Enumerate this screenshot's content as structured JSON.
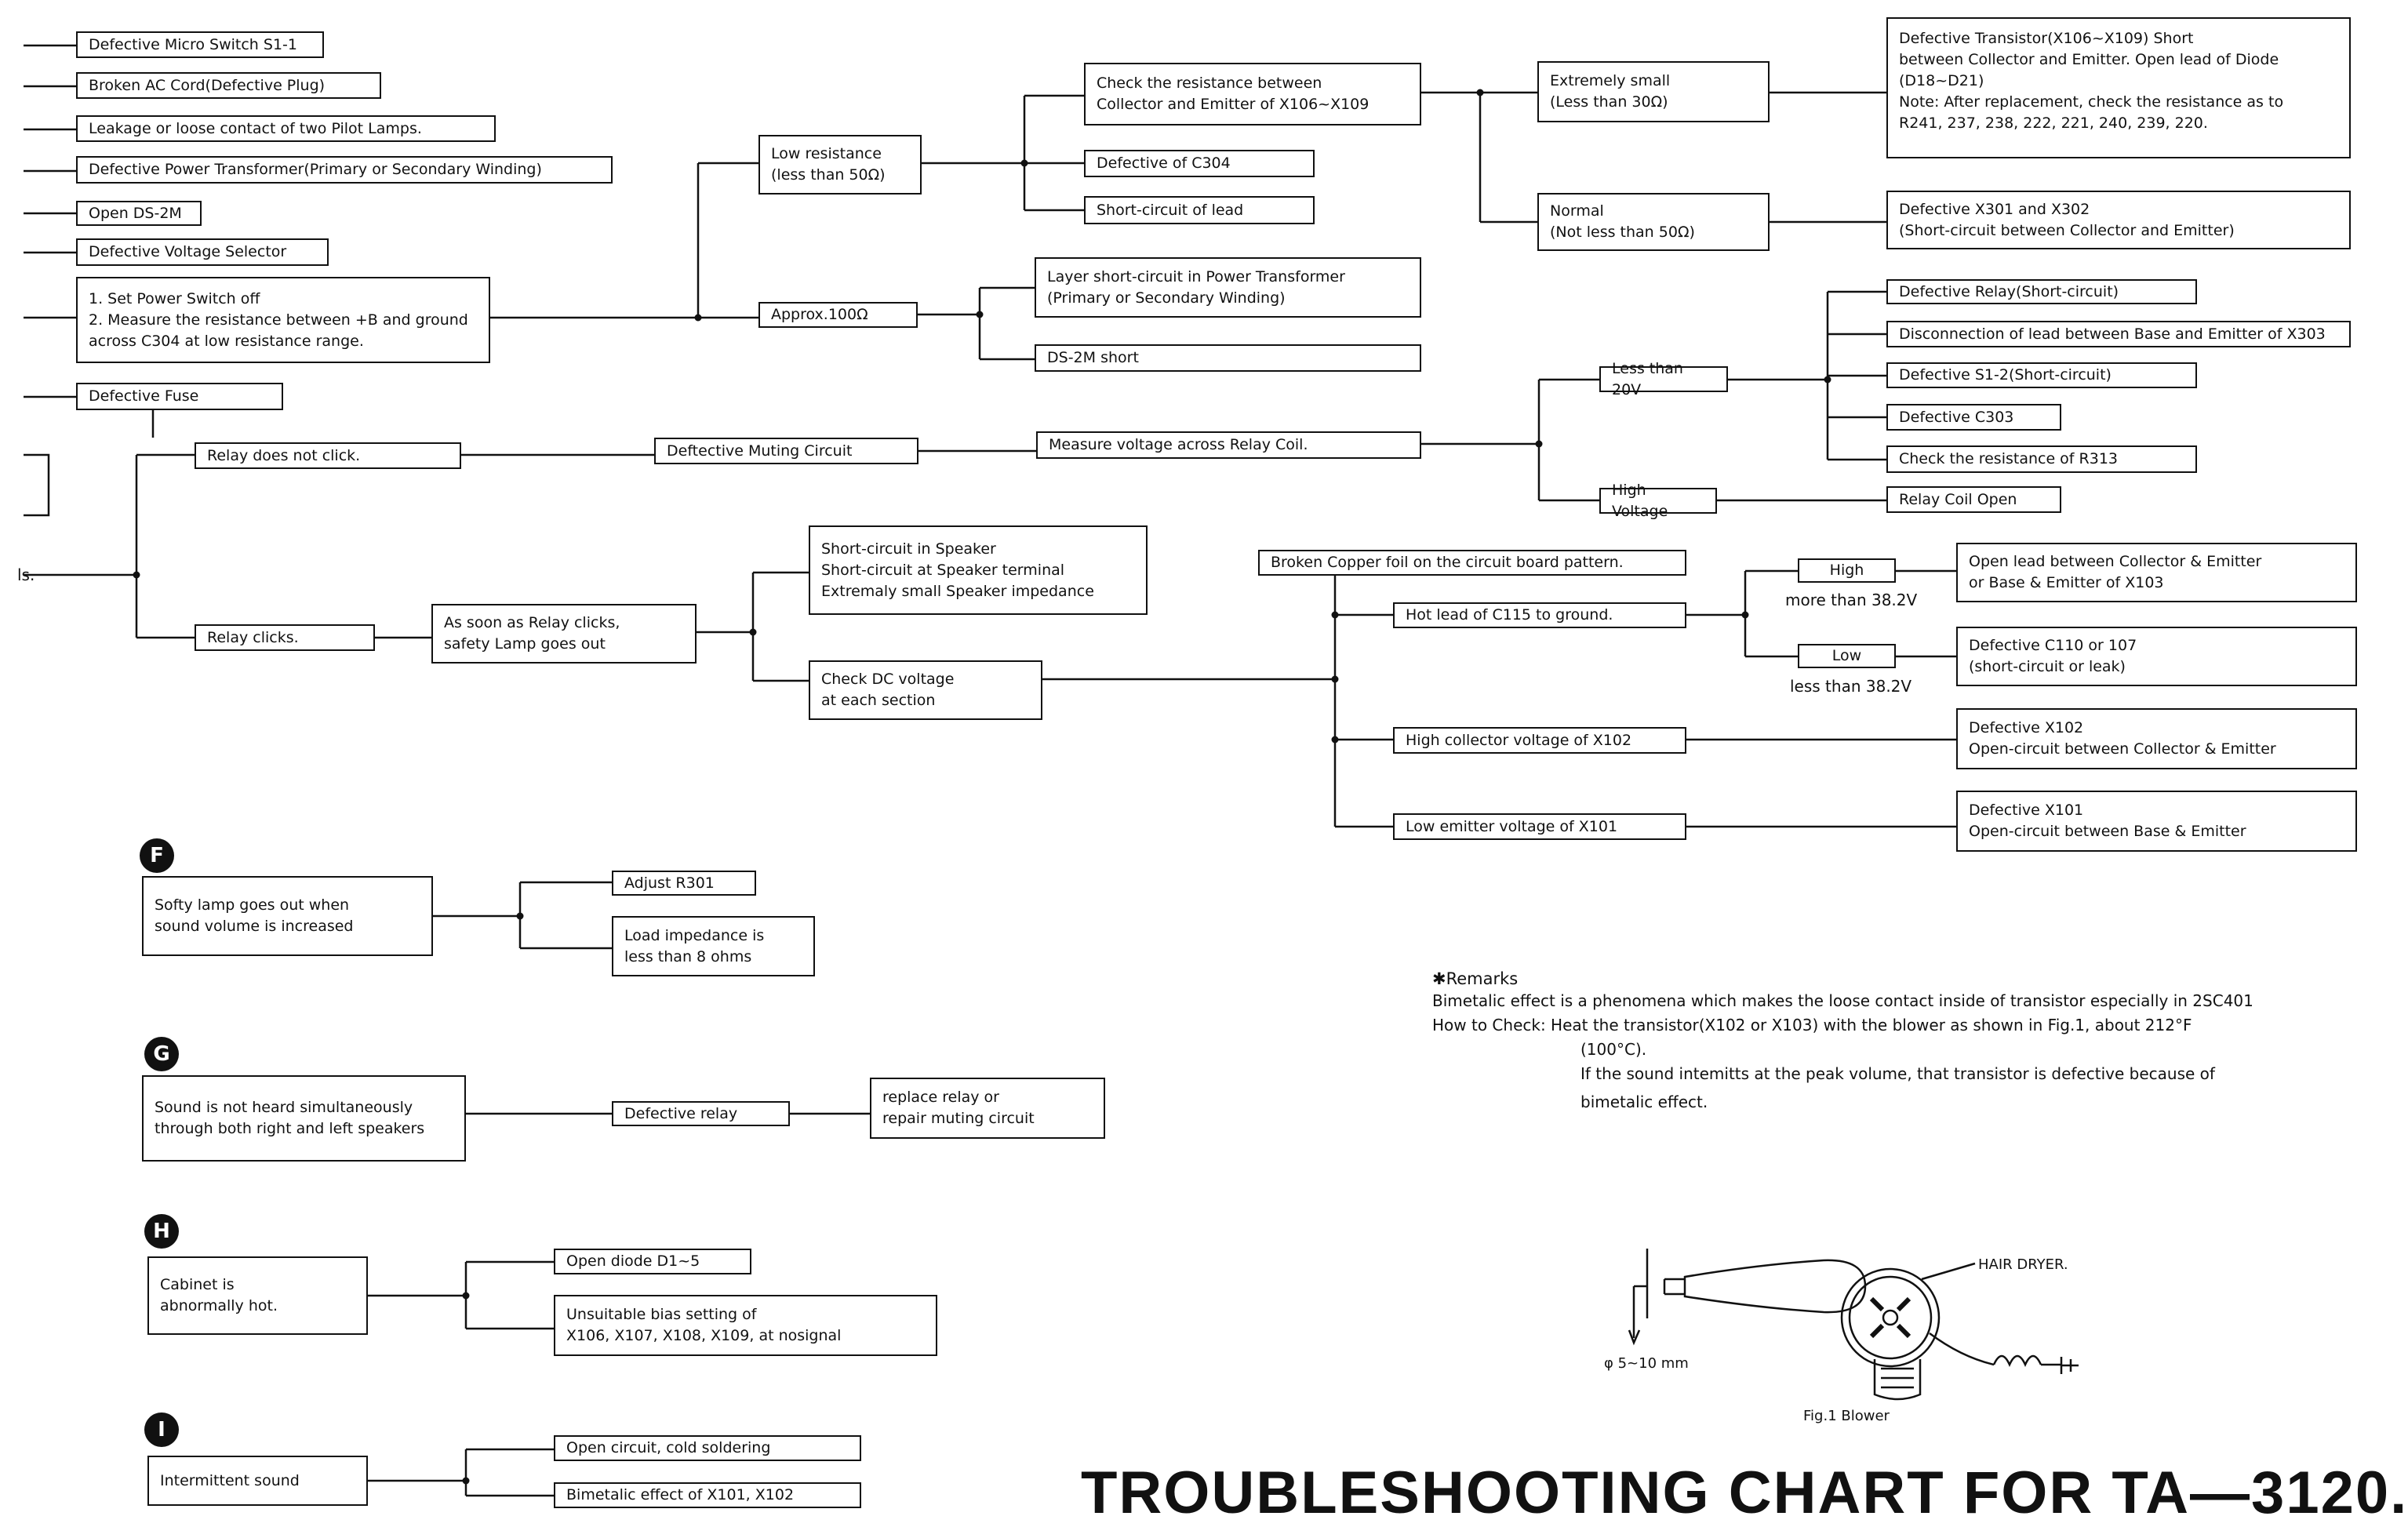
{
  "title": "TROUBLESHOOTING CHART FOR TA—3120.",
  "left_causes": [
    "Defective Micro Switch S1-1",
    "Broken AC Cord(Defective Plug)",
    "Leakage or loose contact of two Pilot Lamps.",
    "Defective Power Transformer(Primary or Secondary Winding)",
    "Open DS-2M",
    "Defective Voltage Selector"
  ],
  "measure_step": "1. Set Power Switch off\n2. Measure the resistance between +B and ground\n   across C304 at low resistance range.",
  "defective_fuse": "Defective Fuse",
  "low_resistance": "Low resistance\n(less than 50Ω)",
  "approx_100": "Approx.100Ω",
  "check_collector": "Check the resistance between\nCollector and Emitter of X106~X109",
  "defective_c304": "Defective of C304",
  "short_lead": "Short-circuit of lead",
  "layer_short": "Layer short-circuit in Power Transformer\n(Primary or Secondary Winding)",
  "ds2m_short": "DS-2M short",
  "extremely_small": "Extremely small\n(Less than 30Ω)",
  "normal": "Normal\n(Not less than 50Ω)",
  "defective_transistor": "Defective Transistor(X106~X109) Short\nbetween Collector and Emitter. Open lead of Diode\n(D18~D21)\nNote: After replacement, check the resistance as to\nR241, 237, 238, 222, 221, 240, 239, 220.",
  "defective_x301": "Defective X301 and X302\n(Short-circuit between Collector and Emitter)",
  "relay_not_click": "Relay does not click.",
  "muting": "Deftective Muting Circuit",
  "measure_relay": "Measure voltage across Relay Coil.",
  "less_20v": "Less than 20V",
  "high_voltage": "High Voltage",
  "relay_items": [
    "Defective Relay(Short-circuit)",
    "Disconnection of lead between Base and Emitter of X303",
    "Defective S1-2(Short-circuit)",
    "Defective C303",
    "Check the resistance of R313"
  ],
  "relay_coil_open": "Relay Coil Open",
  "left_stub": "ls.",
  "relay_clicks": "Relay clicks.",
  "safety_lamp": "As soon as Relay clicks,\nsafety Lamp goes out",
  "speaker_short": "Short-circuit in Speaker\nShort-circuit at Speaker terminal\nExtremaly small Speaker impedance",
  "check_dc": "Check DC voltage\nat each section",
  "broken_copper": "Broken Copper foil on the circuit board pattern.",
  "hot_lead": "Hot lead of C115 to ground.",
  "high_label": "High",
  "more_than": "more than 38.2V",
  "low_label": "Low",
  "less_than": "less than 38.2V",
  "open_lead_x103": "Open lead between Collector & Emitter\nor Base & Emitter of X103",
  "defective_c110": "Defective C110 or 107\n(short-circuit or leak)",
  "high_collector": "High collector voltage of X102",
  "defective_x102": "Defective X102\nOpen-circuit between Collector & Emitter",
  "low_emitter": "Low emitter voltage of X101",
  "defective_x101": "Defective X101\nOpen-circuit between Base & Emitter",
  "sections": {
    "F": {
      "label": "F",
      "problem": "Softy lamp goes out when\nsound volume is increased",
      "a": "Adjust R301",
      "b": "Load impedance is\nless than 8 ohms"
    },
    "G": {
      "label": "G",
      "problem": "Sound is not heard simultaneously\nthrough both right and left speakers",
      "a": "Defective relay",
      "b": "replace relay or\nrepair muting circuit"
    },
    "H": {
      "label": "H",
      "problem": "Cabinet is\nabnormally hot.",
      "a": "Open diode D1~5",
      "b": "Unsuitable bias setting of\nX106, X107, X108, X109, at nosignal"
    },
    "I": {
      "label": "I",
      "problem": "Intermittent sound",
      "a": "Open circuit, cold soldering",
      "b": "Bimetalic effect of X101, X102"
    }
  },
  "remarks": {
    "title": "✱Remarks",
    "line1": "Bimetalic effect is a phenomena which makes the loose contact inside of transistor especially in 2SC401",
    "line2": "How to Check: Heat the transistor(X102 or X103) with the blower as shown in Fig.1, about 212°F",
    "line3": "(100°C).",
    "line4": "If the sound intemitts at the peak volume, that transistor is defective because of",
    "line5": "bimetalic effect."
  },
  "figure": {
    "hair_dryer": "HAIR DRYER.",
    "distance": "φ 5~10 mm",
    "caption": "Fig.1 Blower"
  }
}
